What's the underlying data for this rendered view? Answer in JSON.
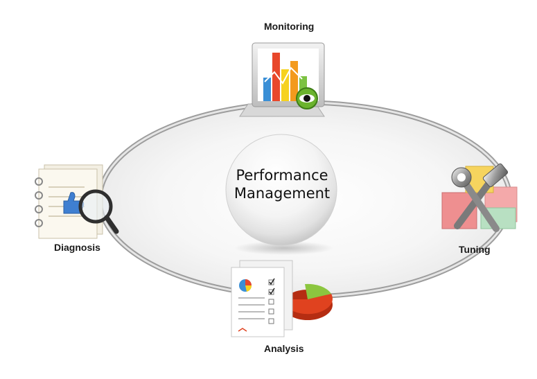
{
  "center": {
    "line1": "Performance",
    "line2": "Management"
  },
  "stages": {
    "monitoring": "Monitoring",
    "tuning": "Tuning",
    "analysis": "Analysis",
    "diagnosis": "Diagnosis"
  },
  "icons": {
    "monitoring": "bar-chart-monitor-icon",
    "tuning": "tools-blocks-icon",
    "analysis": "report-pie-chart-icon",
    "diagnosis": "notebook-magnifier-icon"
  },
  "colors": {
    "ring": "#c8c8c8",
    "bar_red": "#e8472b",
    "bar_orange": "#f39a1e",
    "bar_yellow": "#f6d21f",
    "bar_green": "#7cc242",
    "bar_blue": "#3a8fd6",
    "pie_red": "#e0421f",
    "pie_green": "#8cc63f"
  }
}
